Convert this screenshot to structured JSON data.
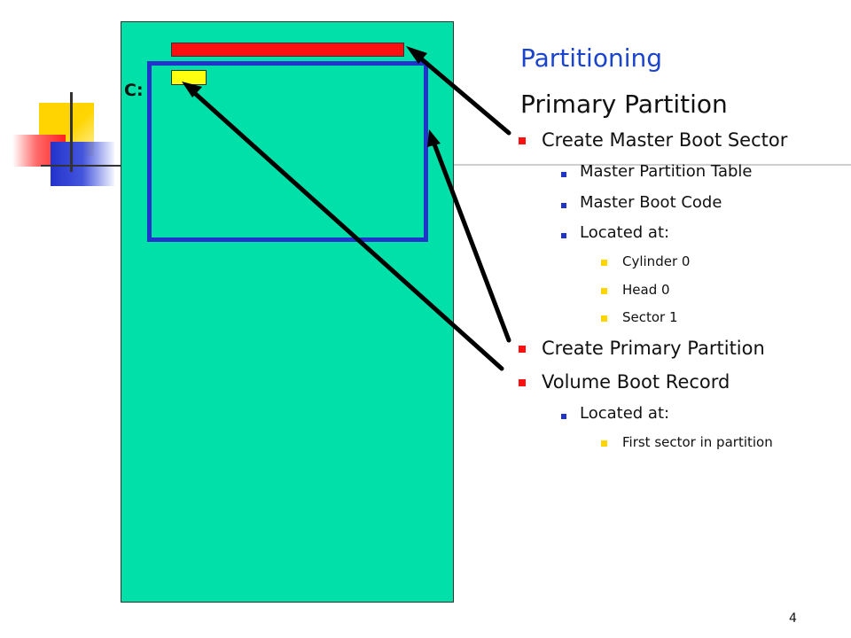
{
  "slide": {
    "title": "Partitioning",
    "heading": "Primary Partition",
    "drive_label": "C:",
    "page_number": "4",
    "bullets": {
      "create_mbs": "Create Master Boot Sector",
      "master_partition_table": "Master Partition Table",
      "master_boot_code": "Master Boot Code",
      "located_at_1": "Located at:",
      "cylinder": "Cylinder 0",
      "head": "Head 0",
      "sector": "Sector 1",
      "create_primary": "Create Primary Partition",
      "vbr": "Volume Boot Record",
      "located_at_2": "Located at:",
      "first_sector": "First sector in partition"
    }
  },
  "colors": {
    "title": "#1a44cc",
    "disk": "#00e0a8",
    "master_boot_sector": "#ff1010",
    "partition_border": "#2233cc",
    "volume_boot_record": "#ffff10",
    "level1_bullet": "#ff1010",
    "level2_bullet": "#2233cc",
    "level3_bullet": "#ffd400"
  }
}
